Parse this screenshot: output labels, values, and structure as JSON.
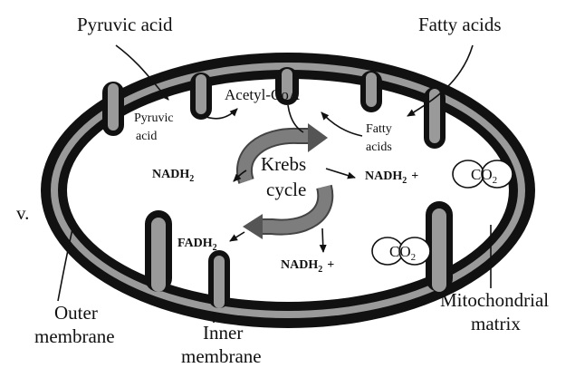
{
  "item_marker": "v.",
  "labels": {
    "pyruvic_outer": "Pyruvic acid",
    "fatty_outer": "Fatty acids",
    "acetyl": "Acetyl-CoA",
    "pyruvic_inner_1": "Pyruvic",
    "pyruvic_inner_2": "acid",
    "fatty_inner_1": "Fatty",
    "fatty_inner_2": "acids",
    "krebs_1": "Krebs",
    "krebs_2": "cycle",
    "nadh_left": "NADH",
    "nadh_right": "NADH",
    "nadh_bottom": "NADH",
    "fadh": "FADH",
    "sub_2": "2",
    "plus": "+",
    "co2_c": "CO",
    "outer_1": "Outer",
    "outer_2": "membrane",
    "inner_1": "Inner",
    "inner_2": "membrane",
    "matrix_1": "Mitochondrial",
    "matrix_2": "matrix"
  },
  "colors": {
    "membrane": "#111111",
    "intermembrane": "#9a9a9a",
    "cycle_arrow": "#7d7d7d",
    "ink": "#111111"
  }
}
